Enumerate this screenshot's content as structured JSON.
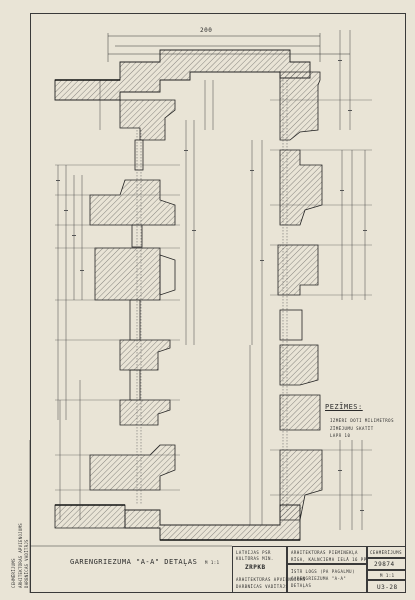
{
  "drawing": {
    "top_dimension": "200",
    "notes_heading": "PEZĪMES:",
    "notes_lines": [
      "IZMĒRI DOTI MILIMETROS",
      "ZĪMĒJUMU SKATĪT",
      "LAPĀ 10"
    ],
    "section_title": "GARENGRIEZUMA \"A-A\" DETAĻAS",
    "section_scale": "M 1:1"
  },
  "title_block": {
    "institution_lines": [
      "LATVIJAS PSR",
      "KULTŪRAS MIN.",
      "ZRPKB"
    ],
    "project_lines": [
      "ARHITEKTŪRAS PIEMINEKĻA",
      "RĪGA, KALNCIEMA IELĀ 16 PP"
    ],
    "drawing_name_lines": [
      "ĪSTĀ LOGS (PA PAGALMU)",
      "GARENGRIEZUMA \"A-A\"",
      "DETAĻAS"
    ],
    "sheet_code": "29874",
    "scale": "M 1:1",
    "sheet_number": "U3-28",
    "stage": "CEHMĒRĪJUMS",
    "department_lines": [
      "ARHITEKTŪRAS APVIENOJUMS",
      "DARBNĪCAS VADĪTĀJS"
    ]
  }
}
